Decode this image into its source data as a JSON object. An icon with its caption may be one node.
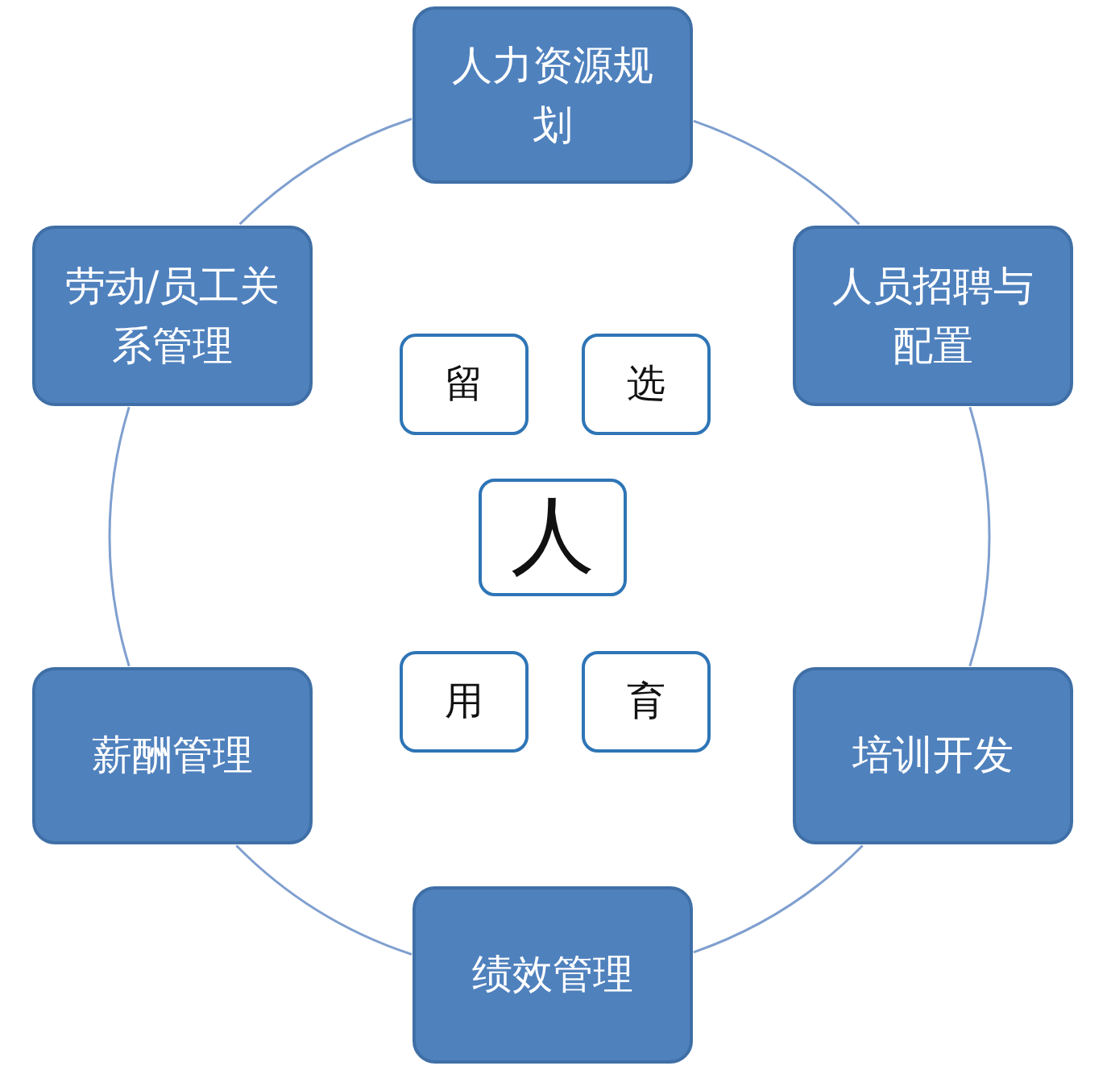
{
  "diagram": {
    "nodes": [
      {
        "text": [
          "人力资源规划"
        ]
      },
      {
        "text": [
          "人员招聘与配置"
        ]
      },
      {
        "text": [
          "培训开发"
        ]
      },
      {
        "text": [
          "绩效管理"
        ]
      },
      {
        "text": [
          "薪酬管理"
        ]
      },
      {
        "text": [
          "劳动/员工关系管理"
        ]
      },
      {
        "text": [
          "留"
        ]
      },
      {
        "text": [
          "选"
        ]
      },
      {
        "text": [
          "人"
        ]
      },
      {
        "text": [
          "用"
        ]
      },
      {
        "text": [
          "育"
        ]
      }
    ],
    "edges": [
      {
        "from": 0,
        "to": 1,
        "arrow": "none"
      },
      {
        "from": 1,
        "to": 2,
        "arrow": "none"
      },
      {
        "from": 2,
        "to": 3,
        "arrow": "none"
      },
      {
        "from": 3,
        "to": 4,
        "arrow": "none"
      },
      {
        "from": 4,
        "to": 5,
        "arrow": "none"
      },
      {
        "from": 5,
        "to": 0,
        "arrow": "none"
      }
    ]
  }
}
